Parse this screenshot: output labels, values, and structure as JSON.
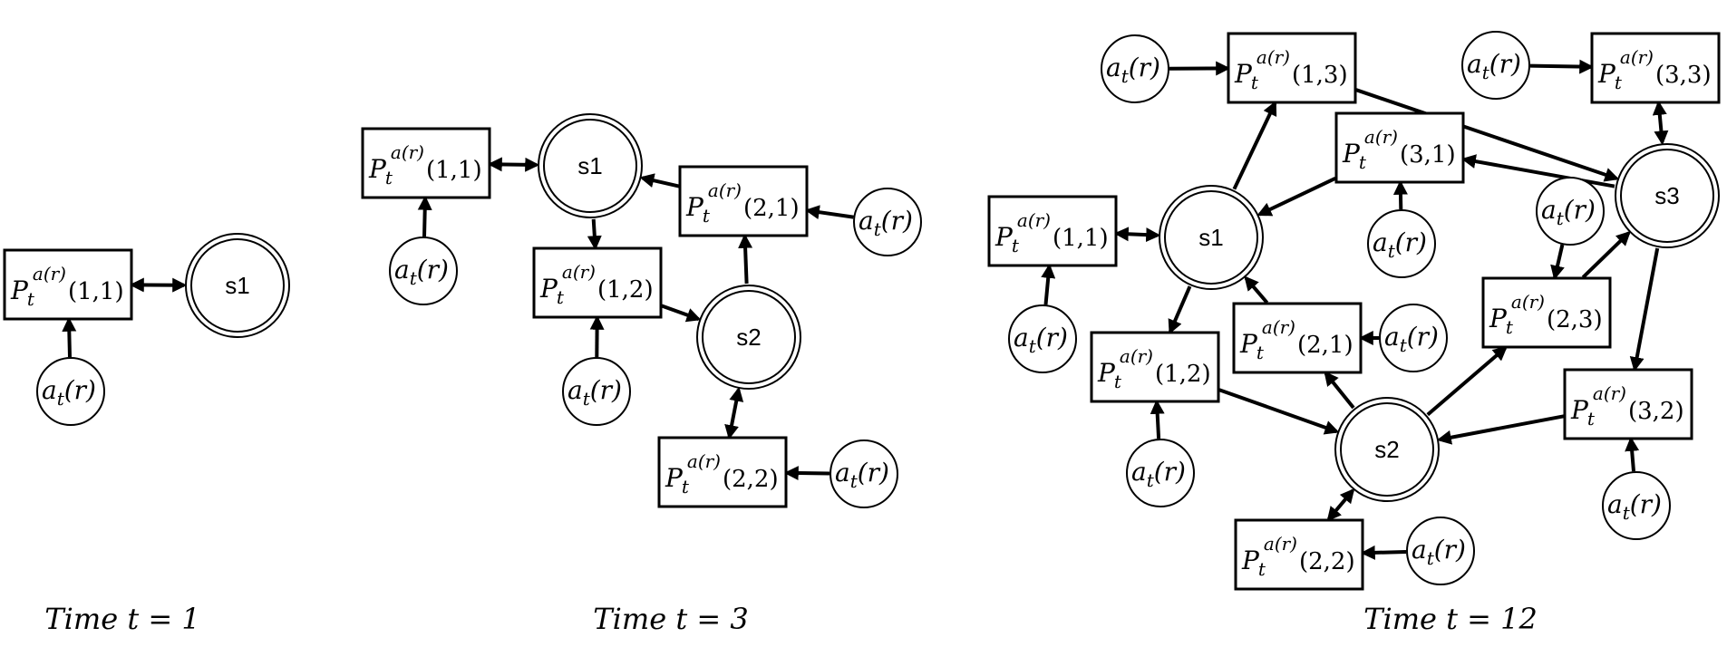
{
  "labels": {
    "state_s1": "s1",
    "state_s2": "s2",
    "state_s3": "s3",
    "P": "P",
    "sub_t": "t",
    "sup_ar": "a(r)",
    "action_a": "a",
    "action_rest": "(r)"
  },
  "panels": [
    {
      "caption": "Time t = 1",
      "states": [
        "s1"
      ],
      "prob_boxes": [
        "(1,1)"
      ],
      "action_nodes": 1
    },
    {
      "caption": "Time t = 3",
      "states": [
        "s1",
        "s2"
      ],
      "prob_boxes": [
        "(1,1)",
        "(1,2)",
        "(2,1)",
        "(2,2)"
      ],
      "action_nodes": 4
    },
    {
      "caption": "Time t = 12",
      "states": [
        "s1",
        "s2",
        "s3"
      ],
      "prob_boxes": [
        "(1,3)",
        "(3,3)",
        "(3,1)",
        "(1,1)",
        "(2,3)",
        "(1,2)",
        "(2,1)",
        "(3,2)",
        "(2,2)"
      ],
      "action_nodes": 9
    }
  ]
}
